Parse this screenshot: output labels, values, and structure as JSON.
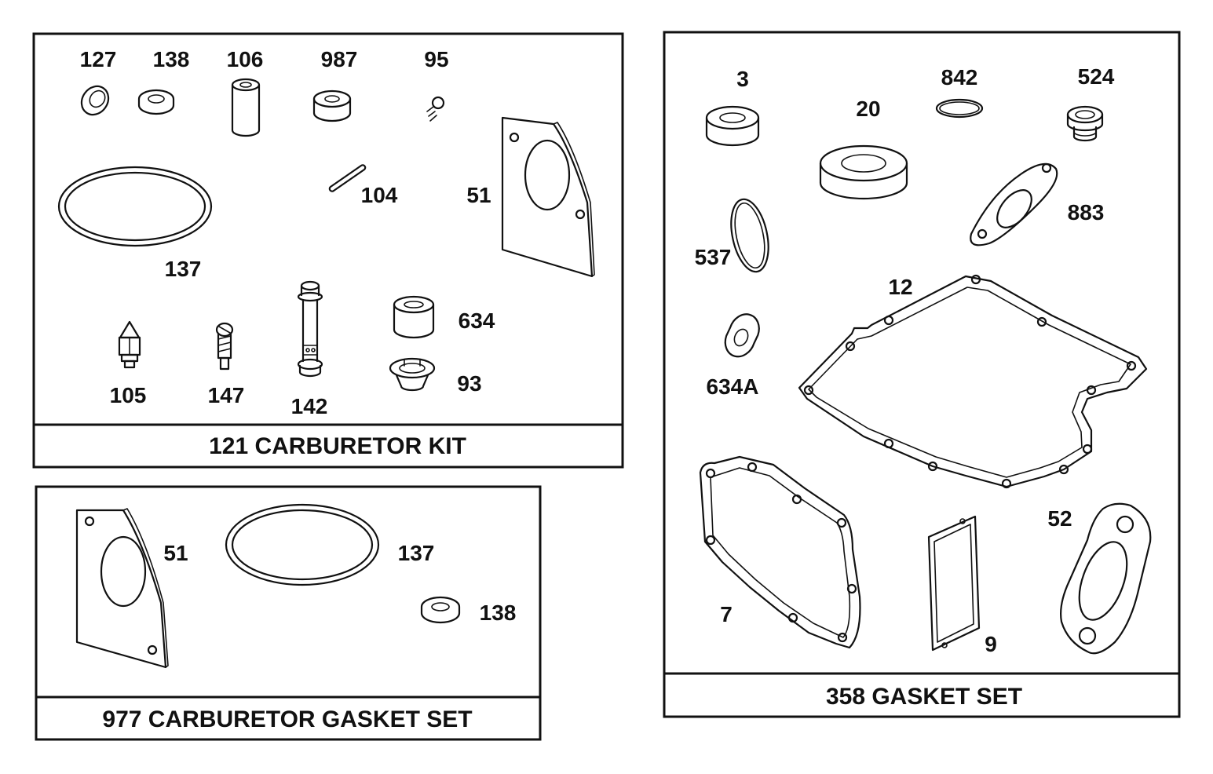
{
  "kits": {
    "carburetor_kit": {
      "caption": "121 CARBURETOR KIT",
      "labels": {
        "p127": "127",
        "p138": "138",
        "p106": "106",
        "p987": "987",
        "p95": "95",
        "p104": "104",
        "p51": "51",
        "p137": "137",
        "p634": "634",
        "p105": "105",
        "p147": "147",
        "p142": "142",
        "p93": "93"
      }
    },
    "gasket_set_carb": {
      "caption": "977 CARBURETOR GASKET SET",
      "labels": {
        "p51": "51",
        "p137": "137",
        "p138": "138"
      }
    },
    "gasket_set": {
      "caption": "358 GASKET SET",
      "labels": {
        "p3": "3",
        "p20": "20",
        "p842": "842",
        "p524": "524",
        "p883": "883",
        "p537": "537",
        "p12": "12",
        "p634A": "634A",
        "p7": "7",
        "p9": "9",
        "p52": "52"
      }
    }
  }
}
